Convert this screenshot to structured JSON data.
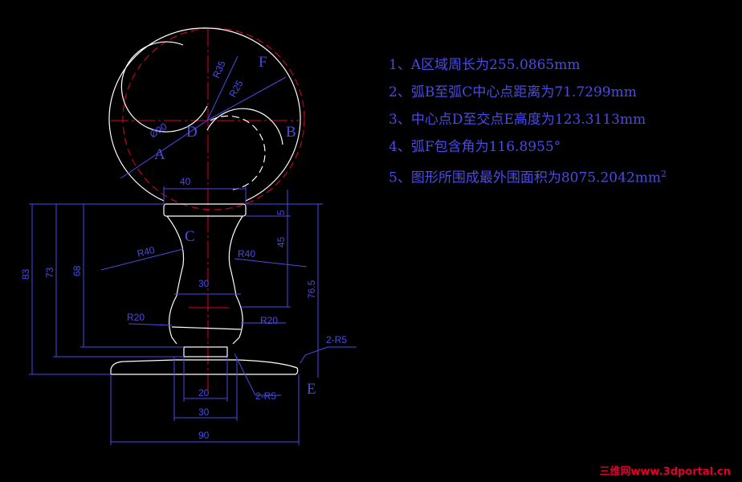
{
  "notes": [
    "1、A区域周长为255.0865mm",
    "2、弧B至弧C中心点距离为71.7299mm",
    "3、中心点D至交点E高度为123.3113mm",
    "4、弧F包含角为116.8955°",
    "5、图形所围成最外围面积为8075.2042mm"
  ],
  "notes_superscript": "2",
  "points": {
    "a": "A",
    "b": "B",
    "c": "C",
    "d": "D",
    "e": "E",
    "f": "F"
  },
  "dimensions": {
    "top_width": "40",
    "neck_width": "30",
    "bore_width": "20",
    "foot_width": "30",
    "base_width": "90",
    "h83": "83",
    "h73": "73",
    "h68": "68",
    "h5": "5",
    "h45": "45",
    "h765": "76.5",
    "r40_left": "R40",
    "r40_right": "R40",
    "r20_left": "R20",
    "r20_right": "R20",
    "r35": "R35",
    "r25": "R25",
    "dia90": "Ø90",
    "fillet_right": "2-R5",
    "fillet_bottom": "2-R5"
  },
  "watermark": "三维网www.3dportal.cn",
  "colors": {
    "background": "#000000",
    "geometry": "#ffffff",
    "construction": "#e0002a",
    "dimension": "#4a4ae6"
  }
}
